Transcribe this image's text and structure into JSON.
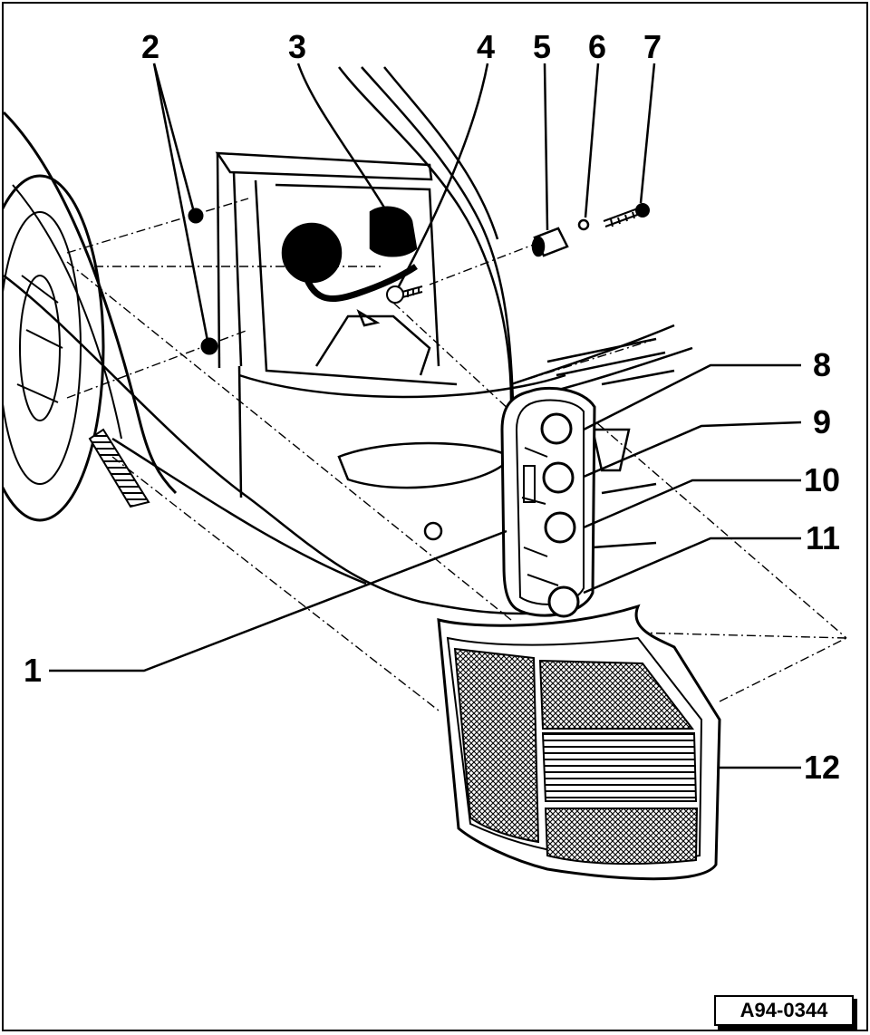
{
  "callouts": {
    "c1": "1",
    "c2": "2",
    "c3": "3",
    "c4": "4",
    "c5": "5",
    "c6": "6",
    "c7": "7",
    "c8": "8",
    "c9": "9",
    "c10": "10",
    "c11": "11",
    "c12": "12"
  },
  "figure_id": "A94-0344",
  "colors": {
    "ink": "#000000",
    "paper": "#ffffff",
    "shade": "#bdbdbd"
  }
}
